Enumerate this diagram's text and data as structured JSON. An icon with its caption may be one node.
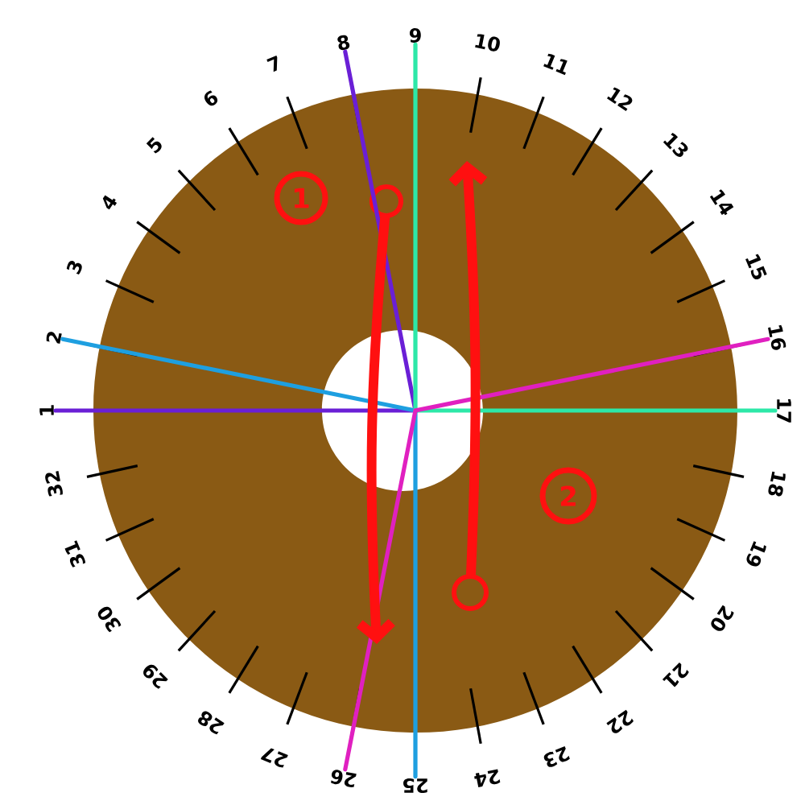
{
  "diagram": {
    "nodes": [
      {
        "text": [
          "1"
        ]
      },
      {
        "text": [
          "2"
        ]
      },
      {
        "text": [
          "3"
        ]
      },
      {
        "text": [
          "4"
        ]
      },
      {
        "text": [
          "5"
        ]
      },
      {
        "text": [
          "6"
        ]
      },
      {
        "text": [
          "7"
        ]
      },
      {
        "text": [
          "8"
        ]
      },
      {
        "text": [
          "9"
        ]
      },
      {
        "text": [
          "10"
        ]
      },
      {
        "text": [
          "11"
        ]
      },
      {
        "text": [
          "12"
        ]
      },
      {
        "text": [
          "13"
        ]
      },
      {
        "text": [
          "14"
        ]
      },
      {
        "text": [
          "15"
        ]
      },
      {
        "text": [
          "16"
        ]
      },
      {
        "text": [
          "17"
        ]
      },
      {
        "text": [
          "18"
        ]
      },
      {
        "text": [
          "19"
        ]
      },
      {
        "text": [
          "20"
        ]
      },
      {
        "text": [
          "21"
        ]
      },
      {
        "text": [
          "22"
        ]
      },
      {
        "text": [
          "23"
        ]
      },
      {
        "text": [
          "24"
        ]
      },
      {
        "text": [
          "25"
        ]
      },
      {
        "text": [
          "26"
        ]
      },
      {
        "text": [
          "27"
        ]
      },
      {
        "text": [
          "28"
        ]
      },
      {
        "text": [
          "29"
        ]
      },
      {
        "text": [
          "30"
        ]
      },
      {
        "text": [
          "31"
        ]
      },
      {
        "text": [
          "32"
        ]
      },
      {
        "text": [
          "1"
        ]
      },
      {
        "text": [
          "2"
        ]
      },
      {
        "text": [],
        "shape": "circle"
      },
      {
        "text": [],
        "shape": "circle"
      }
    ],
    "edges": [
      {
        "from": 7,
        "to": 0,
        "arrow": "none",
        "color": "#6a1fd6"
      },
      {
        "from": 1,
        "to": 24,
        "arrow": "none",
        "color": "#1e9fe0"
      },
      {
        "from": 8,
        "to": 16,
        "arrow": "none",
        "color": "#2de8a8"
      },
      {
        "from": 15,
        "to": 25,
        "arrow": "none",
        "color": "#e020c0"
      },
      {
        "from": 34,
        "to": null,
        "arrow": "to",
        "color": "#ff1010",
        "style": "thick"
      },
      {
        "from": 35,
        "to": null,
        "arrow": "to",
        "color": "#ff1010",
        "style": "thick"
      }
    ]
  }
}
